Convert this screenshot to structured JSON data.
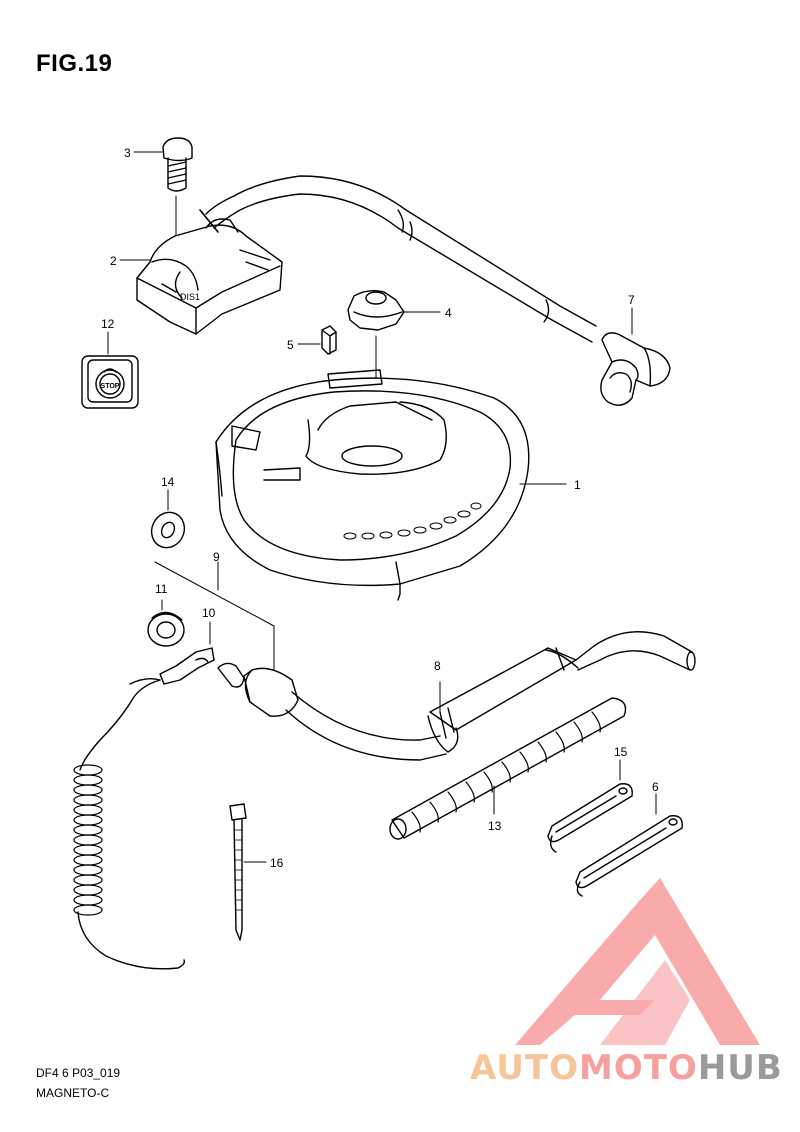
{
  "figure": {
    "title": "FIG.19"
  },
  "callouts": [
    {
      "id": "c1",
      "label": "1"
    },
    {
      "id": "c2",
      "label": "2"
    },
    {
      "id": "c3",
      "label": "3"
    },
    {
      "id": "c4",
      "label": "4"
    },
    {
      "id": "c5",
      "label": "5"
    },
    {
      "id": "c6",
      "label": "6"
    },
    {
      "id": "c7",
      "label": "7"
    },
    {
      "id": "c8",
      "label": "8"
    },
    {
      "id": "c9",
      "label": "9"
    },
    {
      "id": "c10",
      "label": "10"
    },
    {
      "id": "c11",
      "label": "11"
    },
    {
      "id": "c12",
      "label": "12"
    },
    {
      "id": "c13",
      "label": "13"
    },
    {
      "id": "c14",
      "label": "14"
    },
    {
      "id": "c15",
      "label": "15"
    },
    {
      "id": "c16",
      "label": "16"
    }
  ],
  "stop_switch": {
    "text": "STOP"
  },
  "footer": {
    "line1": "DF4 6 P03_019",
    "line2": "MAGNETO-C"
  },
  "watermark": {
    "part1": "AUTO",
    "part2": "MOTO",
    "part3": "HUB",
    "color_logo": "#f9a3a3"
  }
}
